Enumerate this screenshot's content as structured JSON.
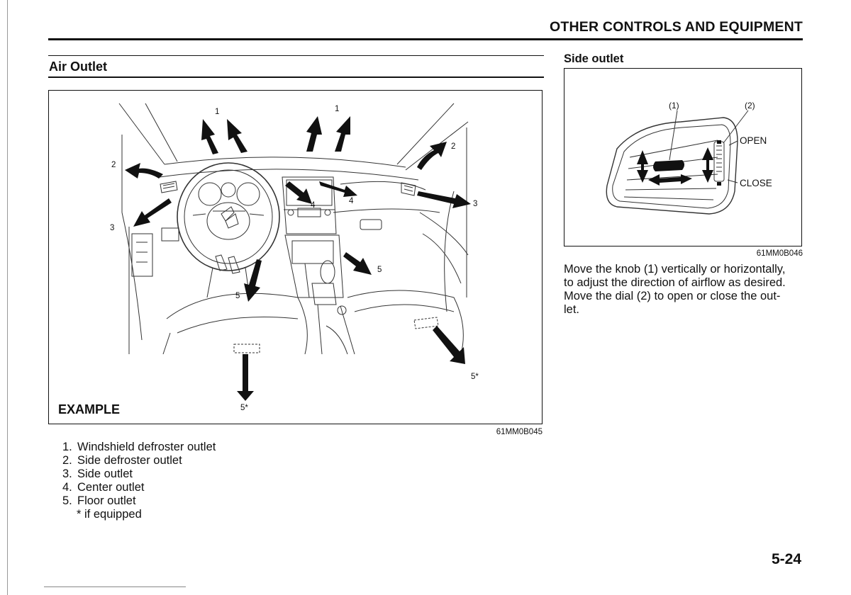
{
  "header": {
    "title": "OTHER CONTROLS AND EQUIPMENT"
  },
  "left": {
    "section_title": "Air Outlet",
    "figure": {
      "example_label": "EXAMPLE",
      "code": "61MM0B045",
      "labels": {
        "windshield_left": "1",
        "windshield_right": "1",
        "side_defroster_left": "2",
        "side_defroster_right": "2",
        "side_outlet_left": "3",
        "side_outlet_right": "3",
        "center_left": "4",
        "center_right": "4",
        "floor_left": "5",
        "floor_right": "5",
        "floor_rear_center": "5*",
        "floor_rear_right": "5*"
      }
    },
    "legend": [
      {
        "num": "1.",
        "text": "Windshield defroster outlet"
      },
      {
        "num": "2.",
        "text": "Side defroster outlet"
      },
      {
        "num": "3.",
        "text": "Side outlet"
      },
      {
        "num": "4.",
        "text": "Center outlet"
      },
      {
        "num": "5.",
        "text": "Floor outlet"
      }
    ],
    "footnote": "* if equipped"
  },
  "right": {
    "section_title": "Side outlet",
    "figure": {
      "code": "61MM0B046",
      "knob_label": "(1)",
      "dial_label": "(2)",
      "open_label": "OPEN",
      "close_label": "CLOSE"
    },
    "body_lines": [
      "Move the knob (1) vertically or horizontally,",
      "to adjust the direction of airflow as desired.",
      "Move the dial (2) to open or close the out-",
      "let."
    ]
  },
  "page_number": "5-24"
}
